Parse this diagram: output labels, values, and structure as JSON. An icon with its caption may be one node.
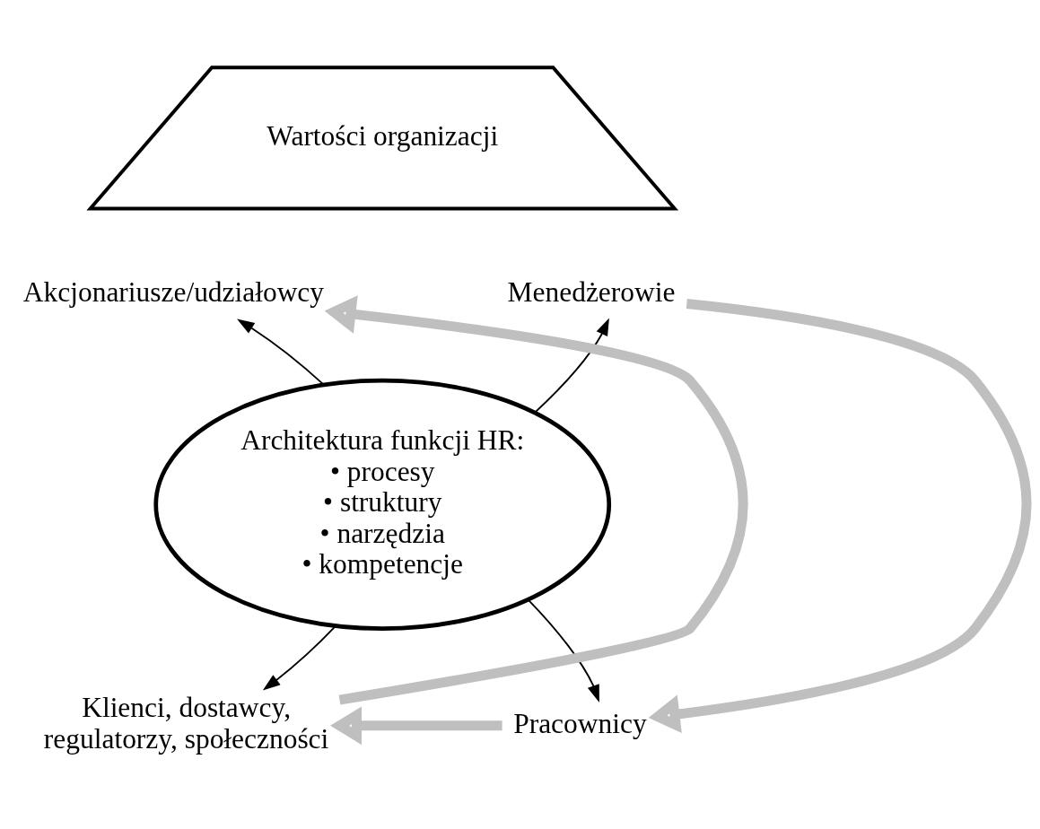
{
  "diagram": {
    "nodes": [
      {
        "text": [
          "Wartości organizacji"
        ]
      },
      {
        "text": [
          "Akcjonariusze/udziałowcy"
        ]
      },
      {
        "text": [
          "Menedżerowie"
        ]
      },
      {
        "text": [
          "Architektura funkcji HR:",
          "• procesy",
          "• struktury",
          "• narzędzia",
          "• kompetencje"
        ]
      },
      {
        "text": [
          "Klienci, dostawcy, regulatorzy, społeczności"
        ]
      },
      {
        "text": [
          "Pracownicy"
        ]
      }
    ],
    "edges": [
      {
        "from": 3,
        "to": 1,
        "arrow": "to"
      },
      {
        "from": 3,
        "to": 2,
        "arrow": "to"
      },
      {
        "from": 3,
        "to": 4,
        "arrow": "to"
      },
      {
        "from": 3,
        "to": 5,
        "arrow": "to"
      },
      {
        "from": 4,
        "to": 1,
        "arrow": "to",
        "style": "thick",
        "color": "#bfbfbf"
      },
      {
        "from": 2,
        "to": 5,
        "arrow": "to",
        "style": "thick",
        "color": "#bfbfbf"
      },
      {
        "from": 5,
        "to": 4,
        "arrow": "to",
        "style": "thick",
        "color": "#bfbfbf"
      }
    ]
  }
}
